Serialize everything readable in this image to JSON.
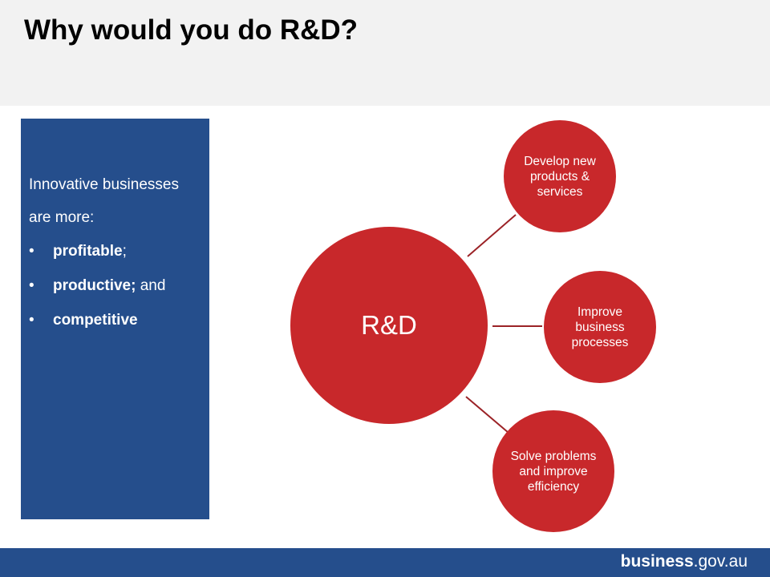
{
  "header": {
    "title": "Why would you do R&D?"
  },
  "sidebar": {
    "intro": "Innovative businesses are more:",
    "bullet_glyph": "•",
    "items": [
      {
        "bold": "profitable",
        "rest": ";"
      },
      {
        "bold": "productive;",
        "rest": " and"
      },
      {
        "bold": "competitive",
        "rest": ""
      }
    ]
  },
  "diagram": {
    "hub": "R&D",
    "nodes": [
      "Develop new products & services",
      "Improve business processes",
      "Solve problems and improve efficiency"
    ]
  },
  "footer": {
    "logo_bold": "business",
    "logo_rest": ".gov.au"
  },
  "colors": {
    "navy": "#254e8c",
    "red": "#c8282b",
    "header_bg": "#f2f2f2",
    "connector": "#9b2226"
  }
}
